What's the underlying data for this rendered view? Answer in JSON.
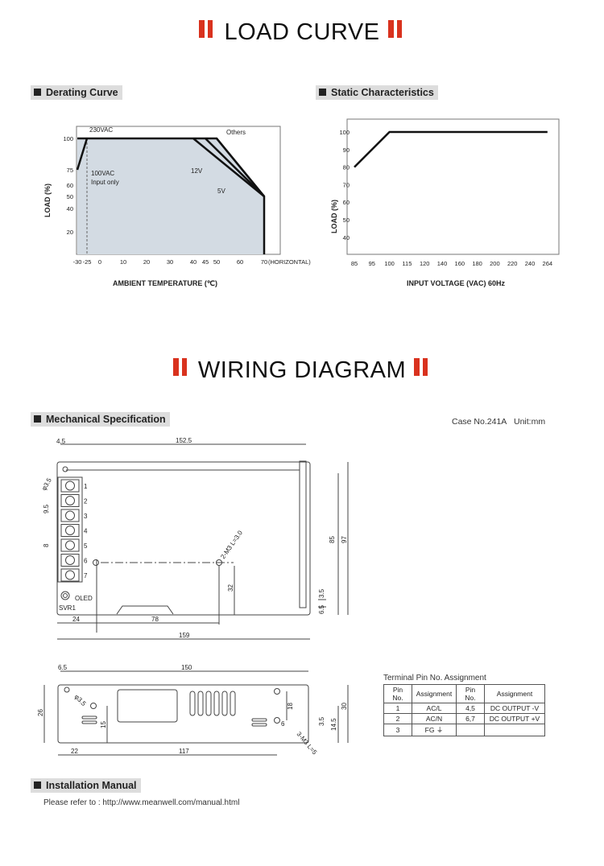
{
  "sections": {
    "load_curve": "LOAD CURVE",
    "wiring_diagram": "WIRING DIAGRAM"
  },
  "accent_color": "#d9321e",
  "tags": {
    "derating": "Derating Curve",
    "static": "Static Characteristics",
    "mechanical": "Mechanical Specification",
    "installation": "Installation Manual"
  },
  "case_info": {
    "case": "Case No.241A",
    "unit": "Unit:mm"
  },
  "installation_text": "Please refer to : http://www.meanwell.com/manual.html",
  "chart_data": [
    {
      "type": "line",
      "title": "Derating Curve",
      "xlabel": "AMBIENT TEMPERATURE (℃)",
      "x_note": "(HORIZONTAL)",
      "ylabel": "LOAD (%)",
      "x_ticks": [
        -30,
        -25,
        0,
        10,
        20,
        30,
        40,
        45,
        50,
        60,
        70
      ],
      "y_ticks": [
        100,
        75,
        60,
        50,
        40,
        20
      ],
      "fill_color": "#d3dbe3",
      "series": [
        {
          "name": "230VAC",
          "points": [
            [
              -30,
              100
            ],
            [
              50,
              100
            ],
            [
              70,
              50
            ],
            [
              70,
              0
            ]
          ]
        },
        {
          "name": "Others",
          "points": [
            [
              50,
              100
            ],
            [
              70,
              50
            ]
          ]
        },
        {
          "name": "12V",
          "points": [
            [
              45,
              100
            ],
            [
              70,
              50
            ]
          ]
        },
        {
          "name": "5V",
          "points": [
            [
              40,
              100
            ],
            [
              70,
              50
            ]
          ]
        },
        {
          "name": "100VAC Input only",
          "points": [
            [
              -30,
              75
            ],
            [
              -25,
              100
            ]
          ]
        }
      ],
      "annotations": [
        "230VAC",
        "Others",
        "12V",
        "5V",
        "100VAC",
        "Input only"
      ]
    },
    {
      "type": "line",
      "title": "Static Characteristics",
      "xlabel": "INPUT VOLTAGE (VAC) 60Hz",
      "ylabel": "LOAD (%)",
      "x_ticks": [
        85,
        95,
        100,
        115,
        120,
        140,
        160,
        180,
        200,
        220,
        240,
        264
      ],
      "y_ticks": [
        100,
        90,
        80,
        70,
        60,
        50,
        40
      ],
      "series": [
        {
          "points": [
            [
              85,
              80
            ],
            [
              100,
              100
            ],
            [
              264,
              100
            ]
          ]
        }
      ]
    }
  ],
  "mechanical": {
    "top_dims": [
      "4.5",
      "152.5",
      "φ3.5",
      "9.5",
      "8",
      "2-M3 L=3.0",
      "85",
      "97",
      "32",
      "3.5",
      "6.5",
      "24",
      "78",
      "159"
    ],
    "terminals": [
      "1",
      "2",
      "3",
      "4",
      "5",
      "6",
      "7"
    ],
    "led": "OLED",
    "svr": "SVR1",
    "side_dims": [
      "6.5",
      "150",
      "26",
      "φ3.5",
      "15",
      "18",
      "3.5",
      "14.5",
      "30",
      "6",
      "22",
      "117",
      "3-M3 L=5"
    ]
  },
  "pin_table": {
    "title": "Terminal Pin No.  Assignment",
    "headers": [
      "Pin No.",
      "Assignment",
      "Pin No.",
      "Assignment"
    ],
    "rows": [
      [
        "1",
        "AC/L",
        "4,5",
        "DC OUTPUT -V"
      ],
      [
        "2",
        "AC/N",
        "6,7",
        "DC OUTPUT +V"
      ],
      [
        "3",
        "FG ⏚",
        "",
        ""
      ]
    ]
  }
}
